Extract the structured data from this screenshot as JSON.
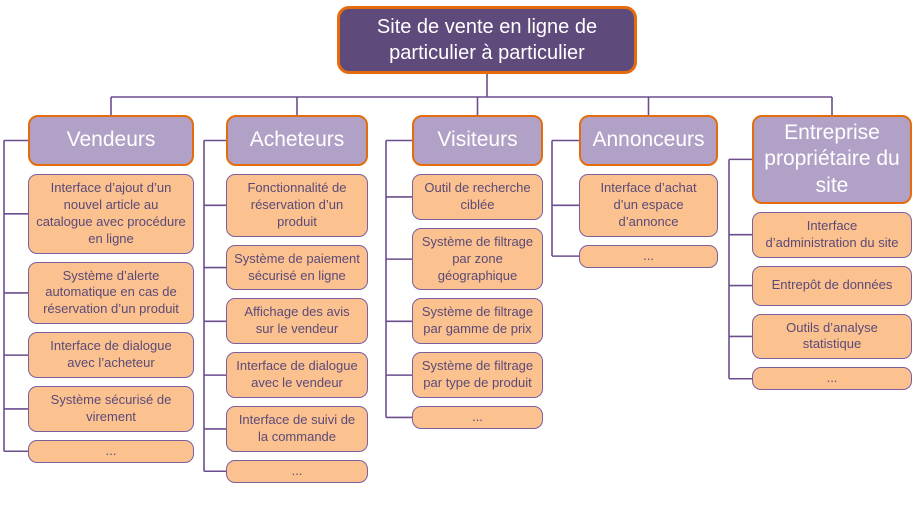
{
  "root": {
    "title": "Site de vente en ligne de particulier à particulier"
  },
  "colors": {
    "root_fill": "#5f4a7c",
    "accent_orange": "#e56c0c",
    "header_fill": "#b2a1c7",
    "child_fill": "#fbc18f",
    "child_border": "#7d5fa0",
    "child_text": "#5b4a78",
    "connector": "#6b4e8e"
  },
  "columns": [
    {
      "title": "Vendeurs",
      "children": [
        "Interface d’ajout d’un nouvel article au catalogue avec procédure en ligne",
        "Système d’alerte automatique en cas de réservation d’un produit",
        "Interface de dialogue avec l’acheteur",
        "Système sécurisé de virement",
        "..."
      ]
    },
    {
      "title": "Acheteurs",
      "children": [
        "Fonctionnalité de réservation d’un produit",
        "Système de paiement sécurisé en ligne",
        "Affichage des avis sur le vendeur",
        "Interface de dialogue avec le vendeur",
        "Interface de suivi de la commande",
        "..."
      ]
    },
    {
      "title": "Visiteurs",
      "children": [
        "Outil de recherche ciblée",
        "Système de filtrage par zone géographique",
        "Système de filtrage par gamme de prix",
        "Système de filtrage par type de produit",
        "..."
      ]
    },
    {
      "title": "Annonceurs",
      "children": [
        "Interface d’achat d’un espace d’annonce",
        "..."
      ]
    },
    {
      "title": "Entreprise propriétaire du site",
      "children": [
        "Interface d’administration du site",
        "Entrepôt de données",
        "Outils d’analyse statistique",
        "..."
      ]
    }
  ]
}
